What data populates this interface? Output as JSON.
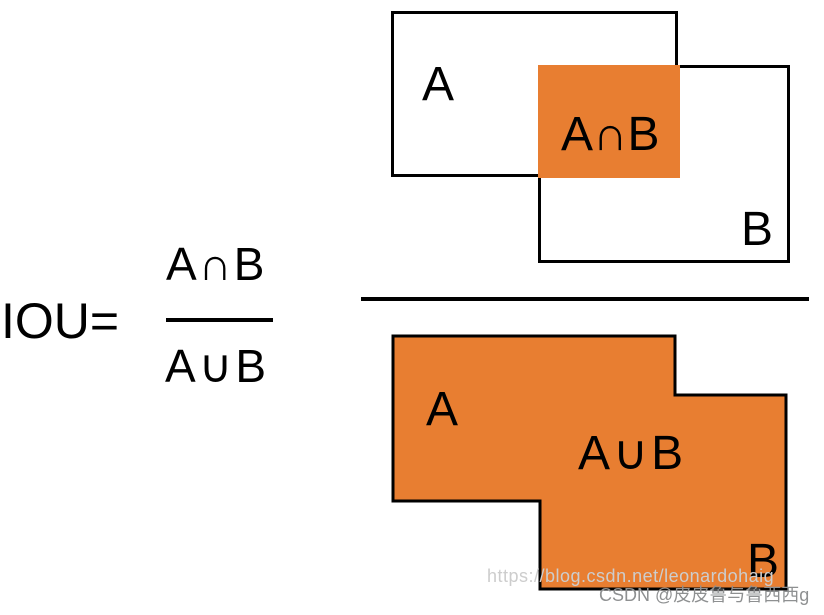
{
  "title": "IOU (Intersection over Union) diagram",
  "colors": {
    "shape_fill": "#E87E31",
    "shape_outline": "#000000",
    "text": "#000000",
    "watermark_line1": "#cdcdcd",
    "watermark_line2": "#8e9091"
  },
  "formula": {
    "lhs": "IOU=",
    "numerator": "A∩B",
    "denominator": "A∪B"
  },
  "top_diagram": {
    "rect_a_label": "A",
    "intersection_label": "A∩B",
    "rect_b_label": "B"
  },
  "bottom_diagram": {
    "rect_a_label": "A",
    "union_label": "A∪B",
    "rect_b_label": "B"
  },
  "watermark": {
    "line1": "https://blog.csdn.net/leonardohaig",
    "line2": "CSDN @皮皮鲁与鲁西西g"
  }
}
